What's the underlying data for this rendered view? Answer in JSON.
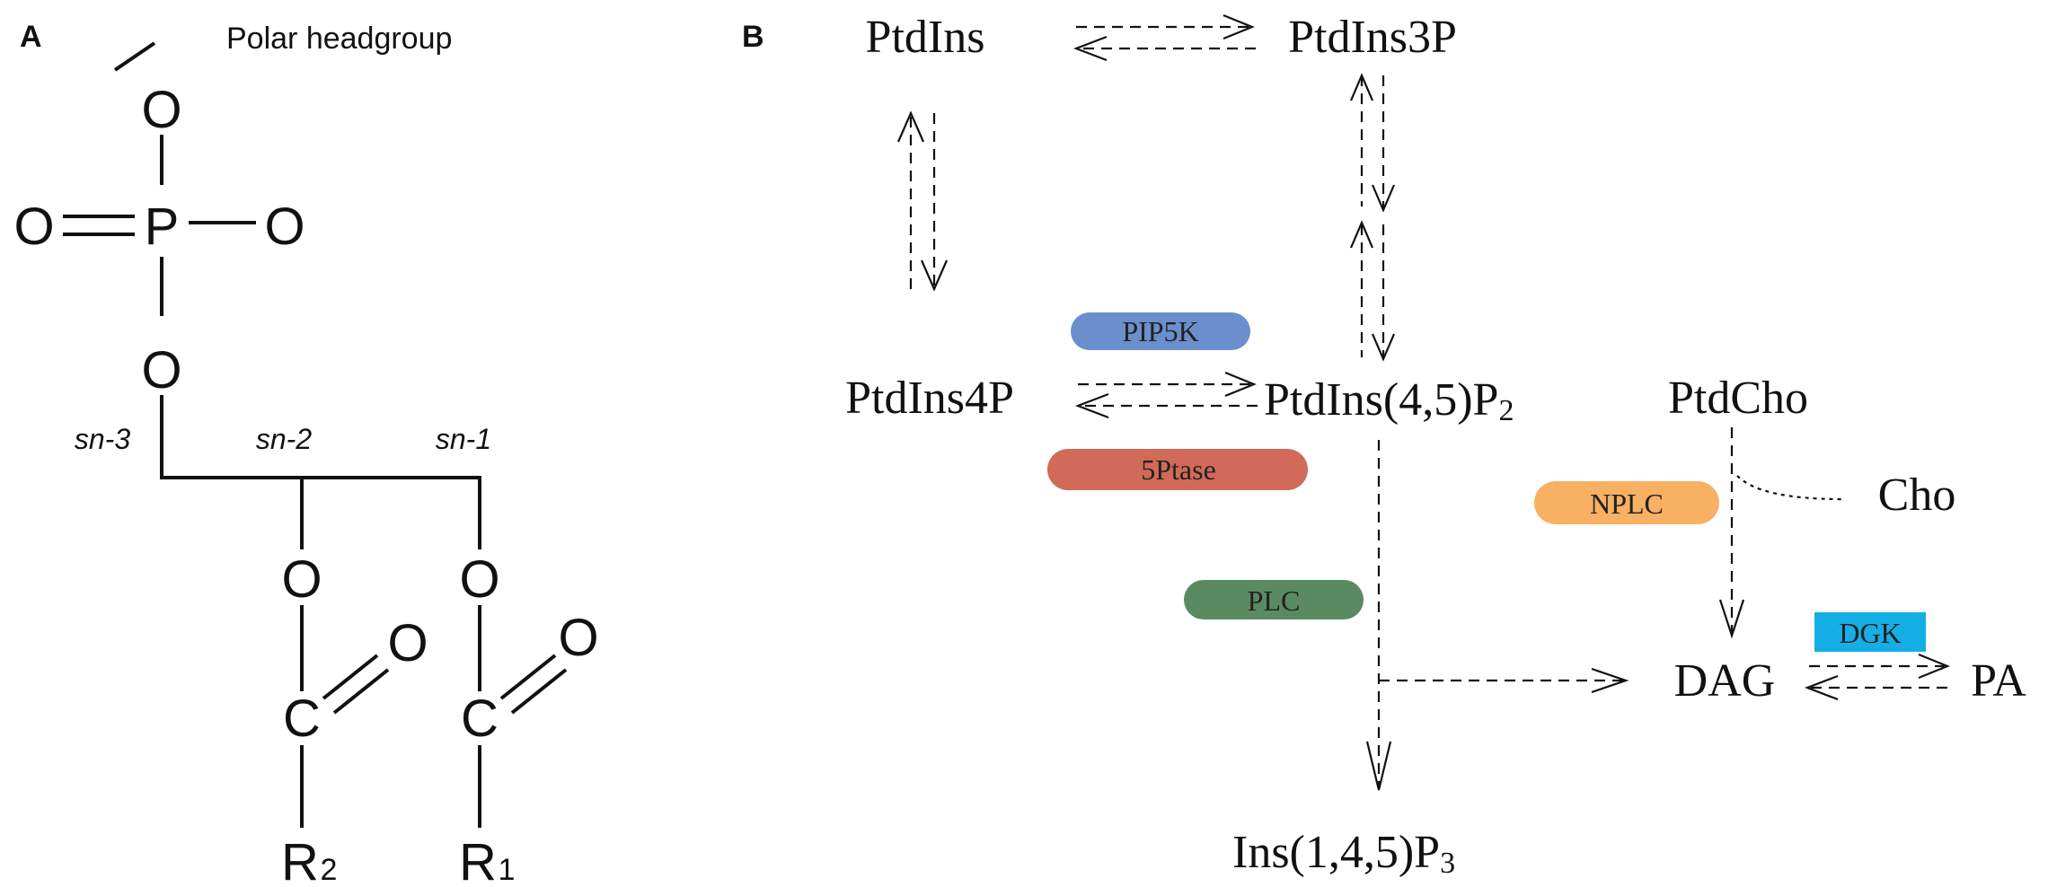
{
  "panelA": {
    "label": "A",
    "headgroup_label": "Polar headgroup",
    "atom_O": "O",
    "atom_P": "P",
    "atom_C": "C",
    "atom_R": "R",
    "sub_2": "2",
    "sub_1": "1",
    "sn3": "sn-3",
    "sn2": "sn-2",
    "sn1": "sn-1"
  },
  "panelB": {
    "label": "B",
    "metabolites": {
      "ptdins": "PtdIns",
      "ptdins3p": "PtdIns3P",
      "ptdins4p": "PtdIns4P",
      "ptdins45p2_main": "PtdIns(4,5)P",
      "ptdins45p2_sub": "2",
      "ptdcho": "PtdCho",
      "cho": "Cho",
      "dag": "DAG",
      "pa": "PA",
      "ins145p3_main": "Ins(1,4,5)P",
      "ins145p3_sub": "3"
    },
    "enzymes": {
      "pip5k": {
        "label": "PIP5K",
        "color": "#6a8fcc"
      },
      "ptase5": {
        "label": "5Ptase",
        "color": "#d16a58"
      },
      "nplc": {
        "label": "NPLC",
        "color": "#f8b062"
      },
      "plc": {
        "label": "PLC",
        "color": "#5a8a62"
      },
      "dgk": {
        "label": "DGK",
        "color": "#16aee6"
      }
    }
  }
}
